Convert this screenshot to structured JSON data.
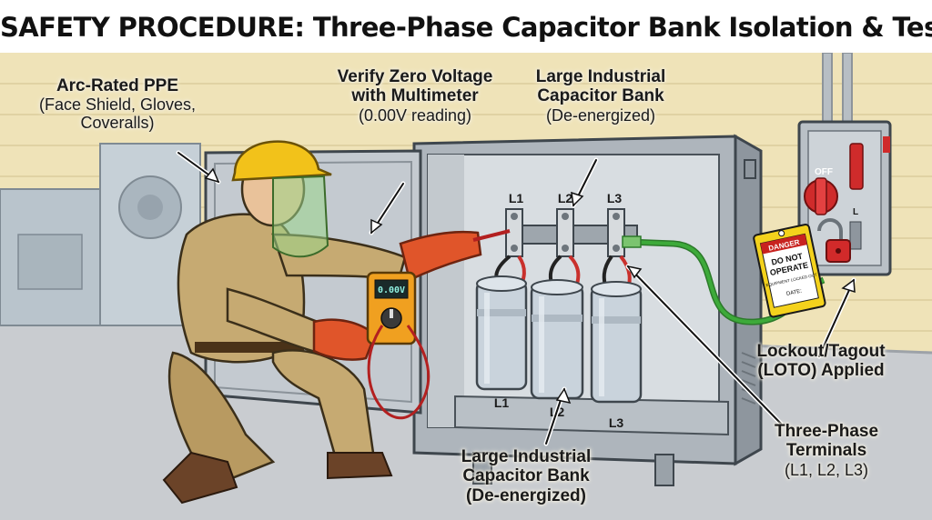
{
  "title": "SAFETY PROCEDURE: Three-Phase Capacitor Bank Isolation & Testing",
  "callouts": {
    "ppe": {
      "line1": "Arc-Rated PPE",
      "line2": "(Face Shield, Gloves,",
      "line3": "Coveralls)"
    },
    "verify": {
      "line1": "Verify Zero Voltage",
      "line2": "with Multimeter",
      "line3": "(0.00V reading)"
    },
    "bank_top": {
      "line1": "Large Industrial",
      "line2": "Capacitor Bank",
      "line3": "(De-energized)"
    },
    "loto": {
      "line1": "Lockout/Tagout",
      "line2": "(LOTO) Applied"
    },
    "terminals": {
      "line1": "Three-Phase",
      "line2": "Terminals",
      "line3": "(L1, L2, L3)"
    },
    "bank_bottom": {
      "line1": "Large Industrial",
      "line2": "Capacitor Bank",
      "line3": "(De-energized)"
    }
  },
  "terminal_labels": [
    "L1",
    "L2",
    "L3"
  ],
  "base_labels": [
    "L1",
    "L2",
    "L3"
  ],
  "meter": {
    "display": "0.00V"
  },
  "disconnect": {
    "off_label": "OFF",
    "handle_label": "L"
  },
  "tag": {
    "header": "DANGER",
    "line1": "DO NOT",
    "line2": "OPERATE",
    "line3": "EQUIPMENT LOCKED OUT",
    "line4": "DATE:"
  },
  "colors": {
    "wall": "#efe3b8",
    "floor": "#c9ccd0",
    "cabinet": "#aeb5bc",
    "capacitor": "#c9d3dc",
    "coverall": "#c6aa72",
    "helmet": "#f2c21a",
    "glove": "#e0552a",
    "ground_wire": "#3daa3a",
    "lock": "#d12a2a",
    "tag": "#f4d21c"
  }
}
